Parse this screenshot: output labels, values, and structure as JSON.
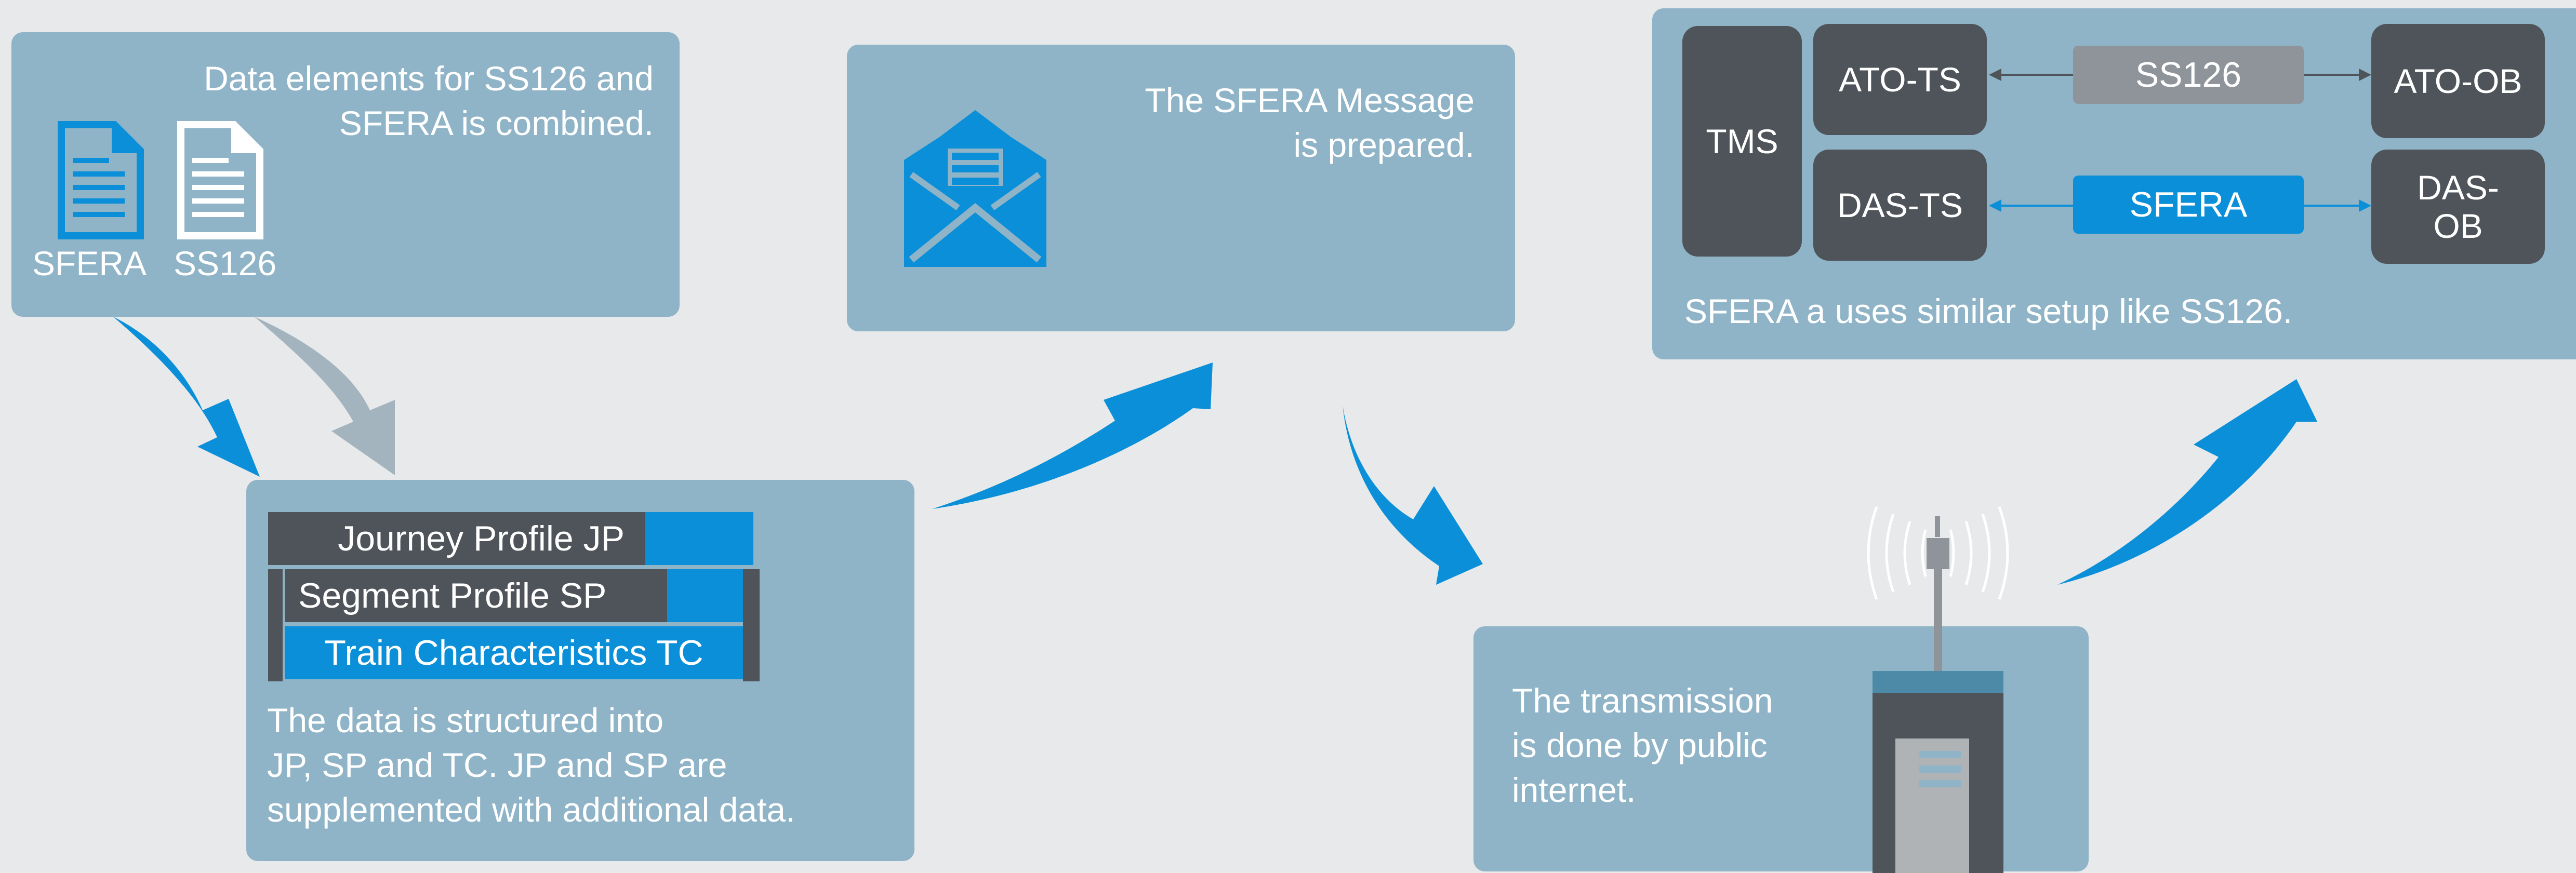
{
  "colors": {
    "background": "#e7e9eb",
    "panel": "#8fb4c7",
    "dark": "#4e5459",
    "accent_blue": "#0a8fd8",
    "gray": "#8e9499",
    "arrow_gray": "#a3b4be"
  },
  "step1": {
    "text_line1": "Data elements for SS126 and",
    "text_line2": "SFERA is combined.",
    "icon_label_1": "SFERA",
    "icon_label_2": "SS126"
  },
  "step2": {
    "bars": [
      "Journey Profile JP",
      "Segment Profile SP",
      "Train Characteristics TC"
    ],
    "text_line1": "The data is structured into",
    "text_line2": "JP, SP and TC. JP and SP are",
    "text_line3": "supplemented with additional data."
  },
  "step3": {
    "text_line1": "The SFERA Message",
    "text_line2": "is prepared."
  },
  "step4": {
    "text_line1": "The transmission",
    "text_line2": "is done by public",
    "text_line3": "internet."
  },
  "step5": {
    "tms": "TMS",
    "ato_ts": "ATO-TS",
    "ss126": "SS126",
    "ato_ob": "ATO-OB",
    "das_ts": "DAS-TS",
    "sfera": "SFERA",
    "das_ob_line1": "DAS-",
    "das_ob_line2": "OB",
    "caption": "SFERA a uses similar setup like SS126."
  }
}
